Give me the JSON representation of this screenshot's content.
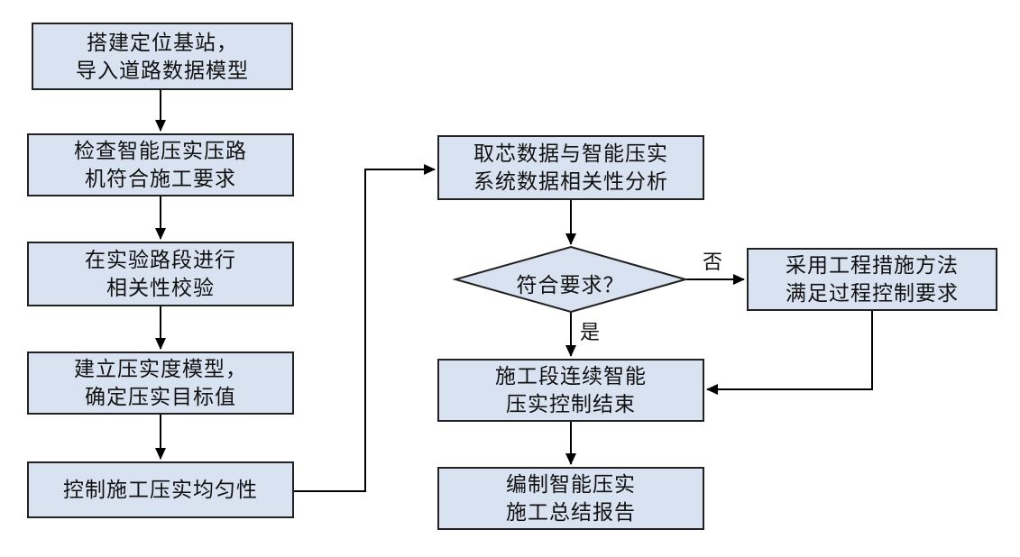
{
  "flowchart": {
    "nodes": {
      "setup_base": {
        "line1": "搭建定位基站，",
        "line2": "导入道路数据模型"
      },
      "check_roller": {
        "line1": "检查智能压实压路",
        "line2": "机符合施工要求"
      },
      "test_section": {
        "line1": "在实验路段进行",
        "line2": "相关性校验"
      },
      "build_model": {
        "line1": "建立压实度模型，",
        "line2": "确定压实目标值"
      },
      "control_uniformity": {
        "line1": "控制施工压实均匀性"
      },
      "core_analysis": {
        "line1": "取芯数据与智能压实",
        "line2": "系统数据相关性分析"
      },
      "decision": {
        "label": "符合要求？"
      },
      "engineering_measures": {
        "line1": "采用工程措施方法",
        "line2": "满足过程控制要求"
      },
      "control_end": {
        "line1": "施工段连续智能",
        "line2": "压实控制结束"
      },
      "summary_report": {
        "line1": "编制智能压实",
        "line2": "施工总结报告"
      }
    },
    "edge_labels": {
      "no": "否",
      "yes": "是"
    },
    "colors": {
      "node_fill": "#d9e2f1",
      "node_border": "#222222",
      "arrow": "#000000",
      "background": "#ffffff"
    }
  }
}
